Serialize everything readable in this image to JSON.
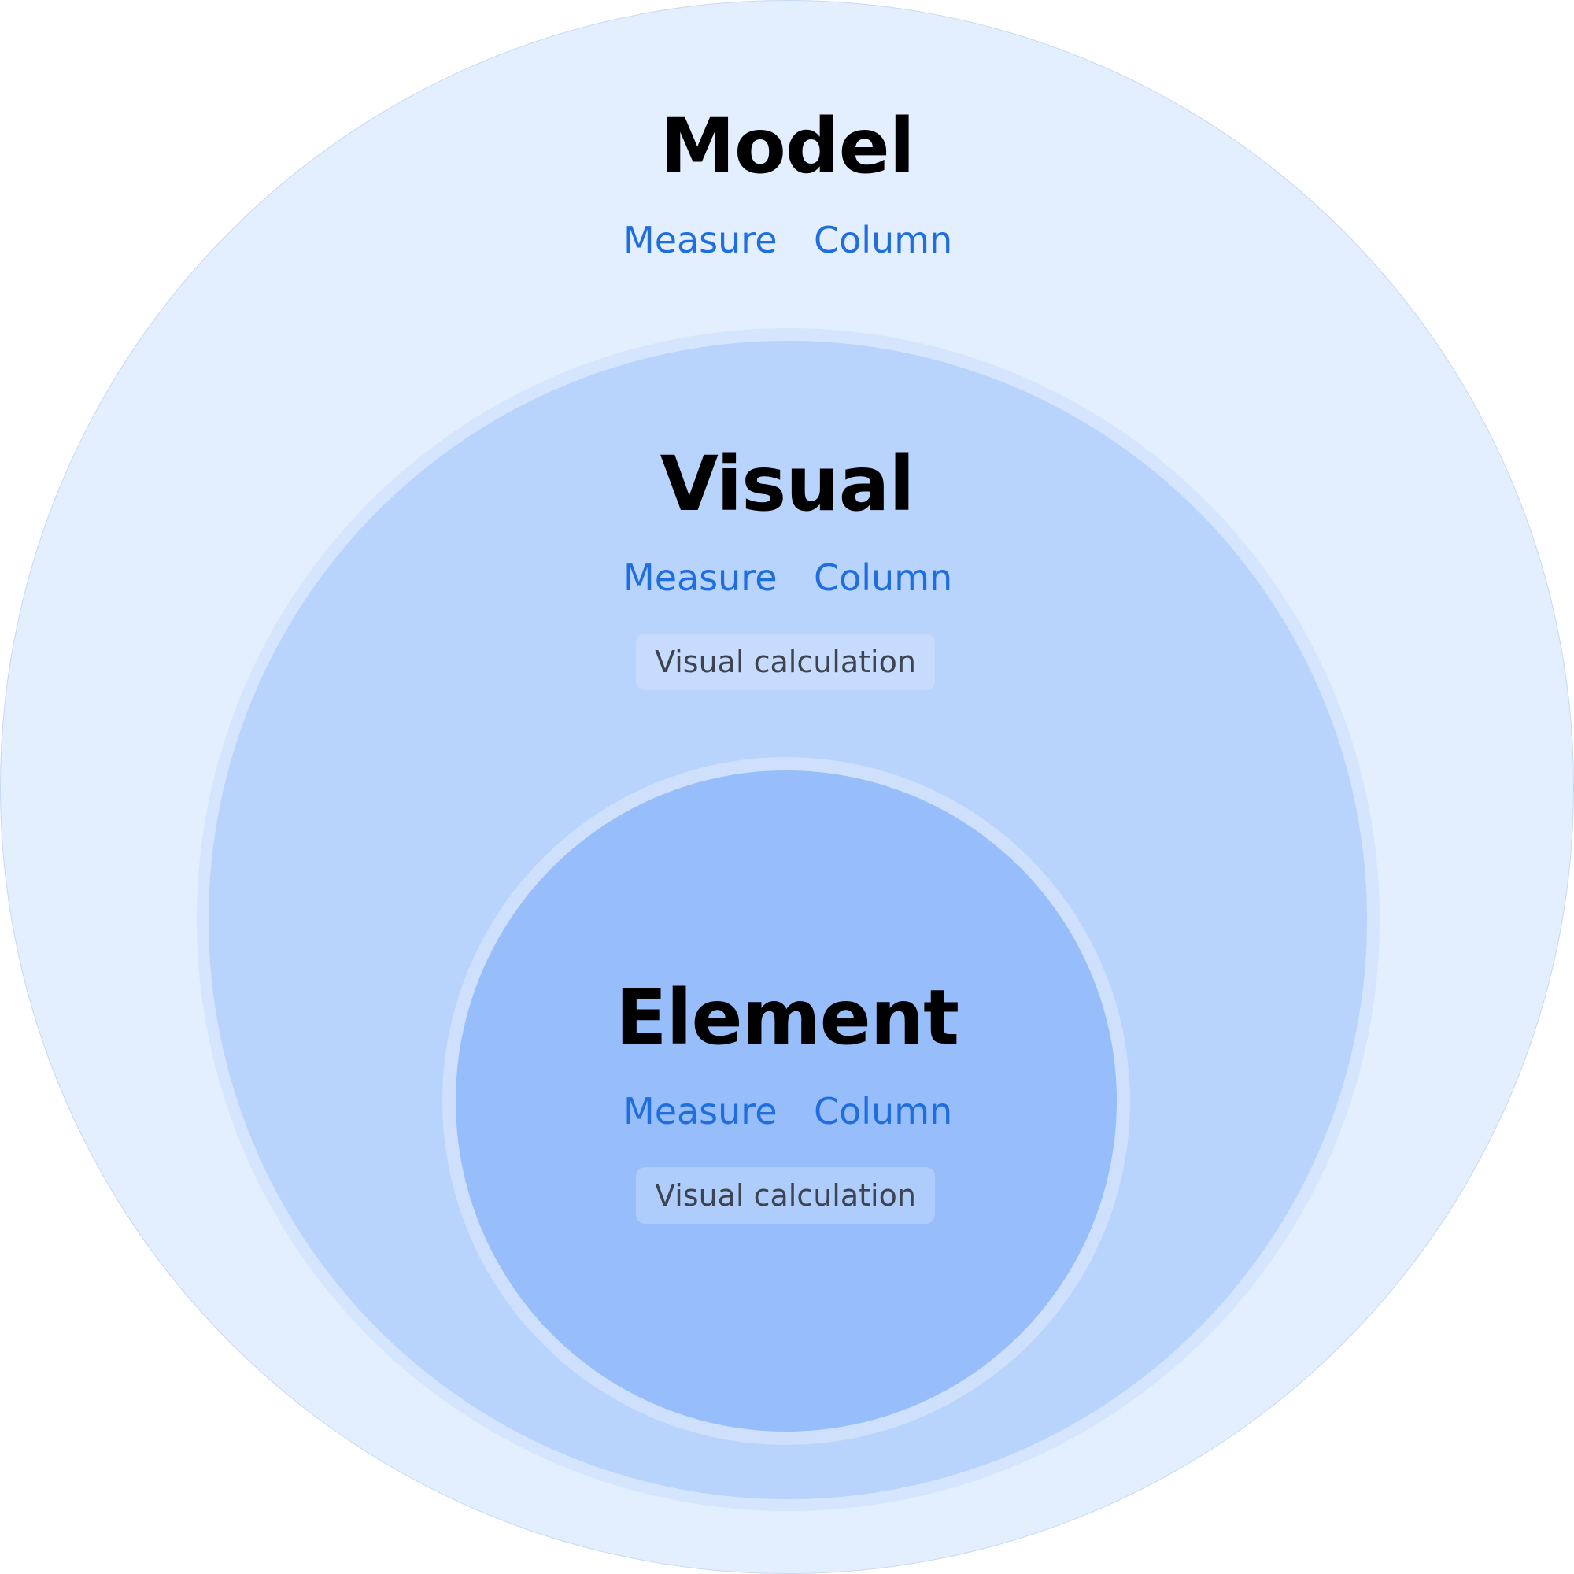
{
  "model": {
    "title": "Model",
    "measure": "Measure",
    "column": "Column"
  },
  "visual": {
    "title": "Visual",
    "measure": "Measure",
    "column": "Column",
    "calc": "Visual calculation"
  },
  "element": {
    "title": "Element",
    "measure": "Measure",
    "column": "Column",
    "calc": "Visual calculation"
  },
  "colors": {
    "outer_fill": "#e3eefe",
    "middle_fill": "#b8d3fc",
    "inner_fill": "#97bdfb",
    "link": "#1f6ee0"
  }
}
